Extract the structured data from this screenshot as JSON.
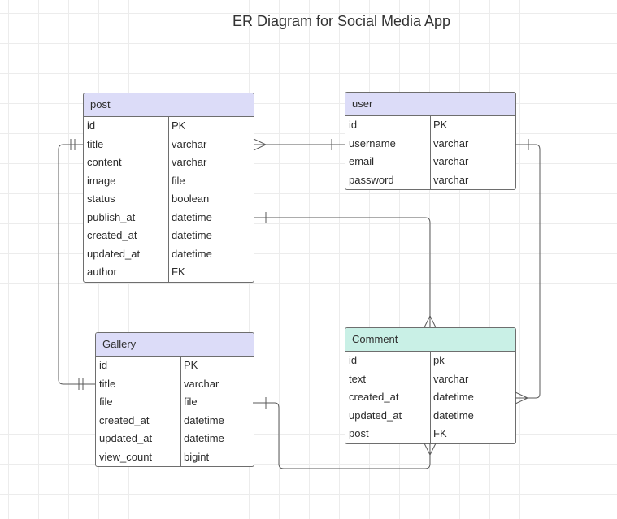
{
  "title": "ER Diagram for Social Media App",
  "entities": {
    "post": {
      "name": "post",
      "fields": [
        {
          "name": "id",
          "type": "PK"
        },
        {
          "name": "title",
          "type": "varchar"
        },
        {
          "name": "content",
          "type": "varchar"
        },
        {
          "name": "image",
          "type": "file"
        },
        {
          "name": "status",
          "type": "boolean"
        },
        {
          "name": "publish_at",
          "type": "datetime"
        },
        {
          "name": "created_at",
          "type": "datetime"
        },
        {
          "name": "updated_at",
          "type": "datetime"
        },
        {
          "name": "author",
          "type": "FK"
        }
      ]
    },
    "user": {
      "name": "user",
      "fields": [
        {
          "name": "id",
          "type": "PK"
        },
        {
          "name": "username",
          "type": "varchar"
        },
        {
          "name": "email",
          "type": "varchar"
        },
        {
          "name": "password",
          "type": "varchar"
        }
      ]
    },
    "gallery": {
      "name": "Gallery",
      "fields": [
        {
          "name": "id",
          "type": "PK"
        },
        {
          "name": "title",
          "type": "varchar"
        },
        {
          "name": "file",
          "type": "file"
        },
        {
          "name": "created_at",
          "type": "datetime"
        },
        {
          "name": "updated_at",
          "type": "datetime"
        },
        {
          "name": "view_count",
          "type": "bigint"
        }
      ]
    },
    "comment": {
      "name": "Comment",
      "fields": [
        {
          "name": "id",
          "type": "pk"
        },
        {
          "name": "text",
          "type": "varchar"
        },
        {
          "name": "created_at",
          "type": "datetime"
        },
        {
          "name": "updated_at",
          "type": "datetime"
        },
        {
          "name": "post",
          "type": "FK"
        }
      ]
    }
  },
  "colors": {
    "header_default": "#dcdcf8",
    "header_comment": "#c9f0e6",
    "border": "#6e6e6e",
    "connector": "#5a5a5a"
  }
}
